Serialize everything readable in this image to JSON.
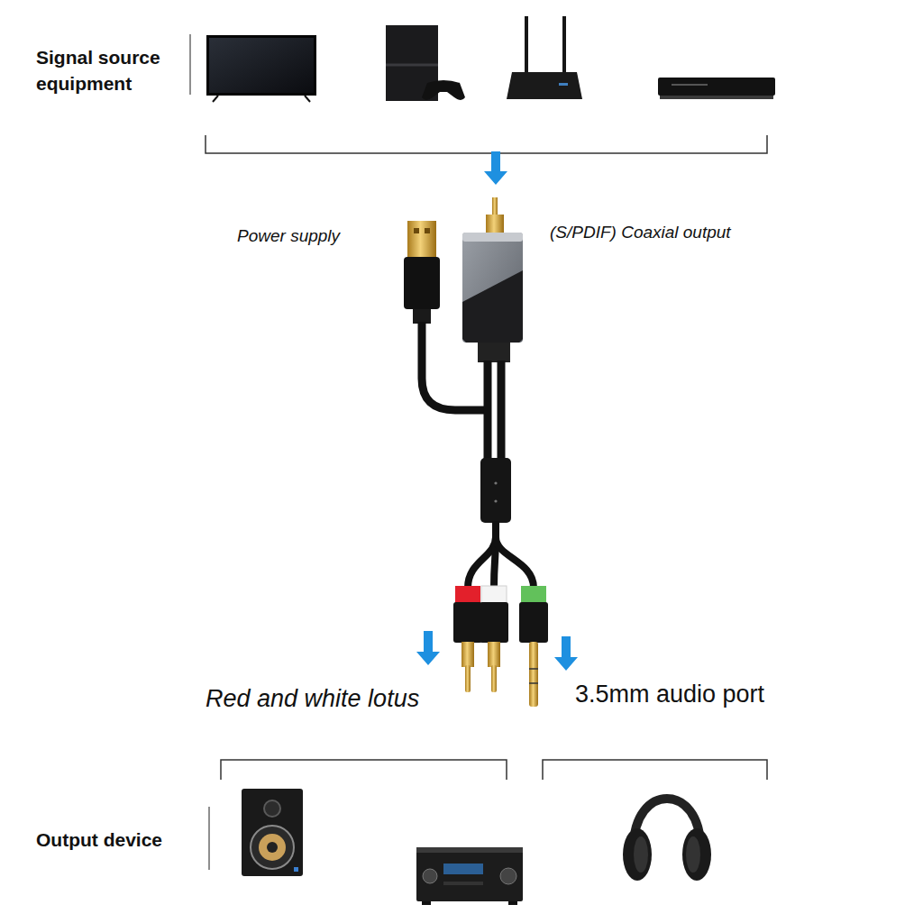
{
  "diagram": {
    "labels": [
      "Signal source equipment",
      "Power supply",
      "(S/PDIF) Coaxial output",
      "Red and white lotus",
      "3.5mm audio port",
      "Output device"
    ]
  }
}
